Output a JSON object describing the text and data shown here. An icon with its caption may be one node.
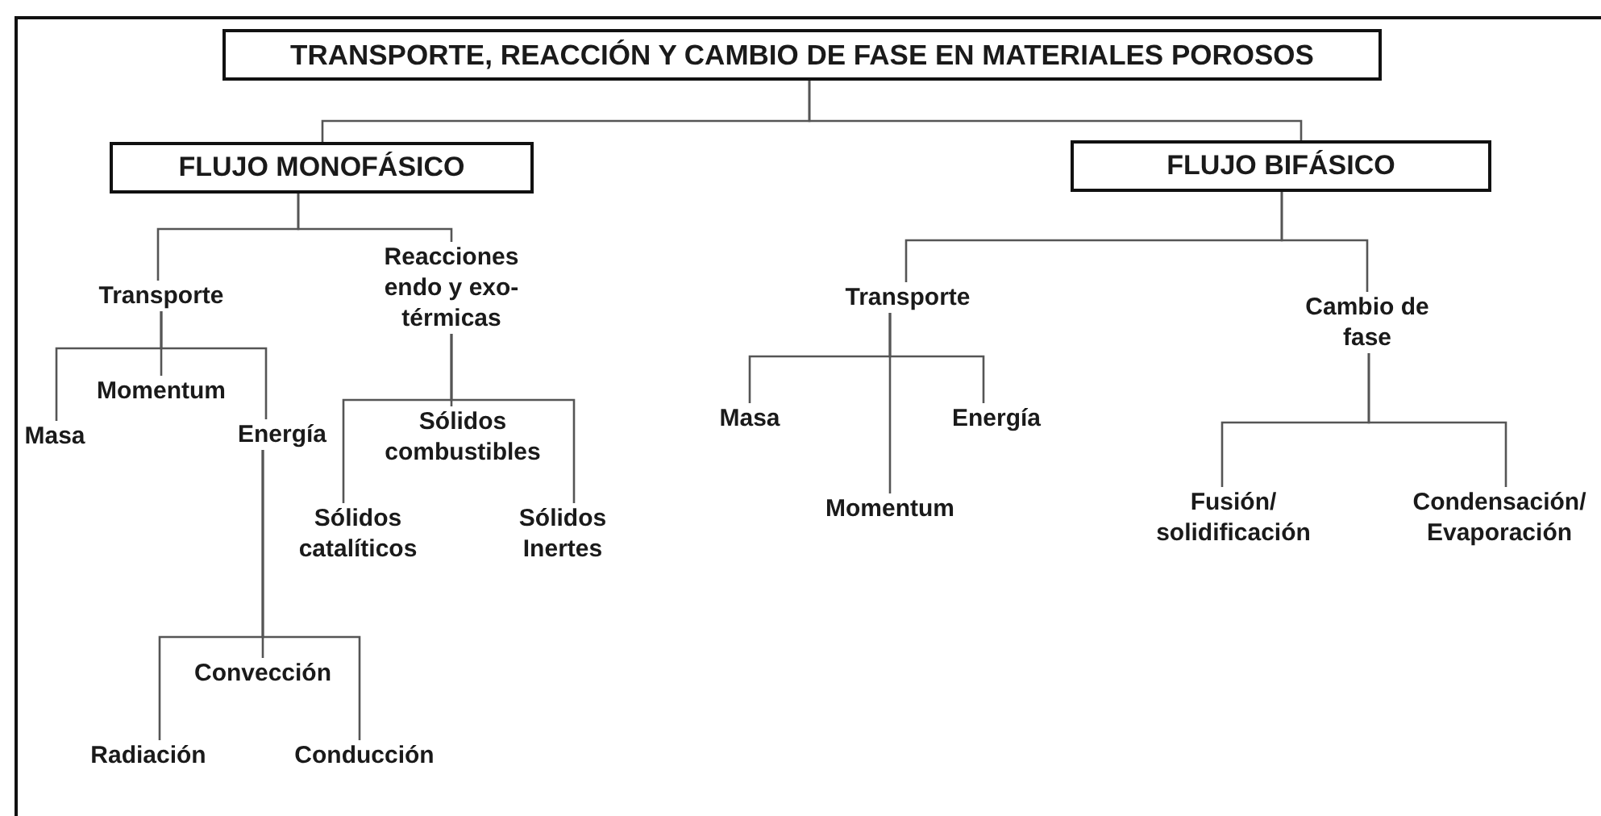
{
  "diagram": {
    "nodes": [
      {
        "text": [
          "TRANSPORTE, REACCIÓN Y CAMBIO DE FASE EN MATERIALES POROSOS"
        ]
      },
      {
        "text": [
          "FLUJO MONOFÁSICO"
        ]
      },
      {
        "text": [
          "FLUJO BIFÁSICO"
        ]
      },
      {
        "text": [
          "Transporte"
        ]
      },
      {
        "text": [
          "Reacciones endo y exo- térmicas"
        ]
      },
      {
        "text": [
          "Momentum"
        ]
      },
      {
        "text": [
          "Masa"
        ]
      },
      {
        "text": [
          "Energía"
        ]
      },
      {
        "text": [
          "Sólidos combustibles"
        ]
      },
      {
        "text": [
          "Sólidos catalíticos"
        ]
      },
      {
        "text": [
          "Sólidos Inertes"
        ]
      },
      {
        "text": [
          "Convección"
        ]
      },
      {
        "text": [
          "Radiación"
        ]
      },
      {
        "text": [
          "Conducción"
        ]
      },
      {
        "text": [
          "Transporte"
        ]
      },
      {
        "text": [
          "Cambio de fase"
        ]
      },
      {
        "text": [
          "Masa"
        ]
      },
      {
        "text": [
          "Momentum"
        ]
      },
      {
        "text": [
          "Energía"
        ]
      },
      {
        "text": [
          "Fusión/ solidificación"
        ]
      },
      {
        "text": [
          "Condensación/ Evaporación"
        ]
      }
    ],
    "edges": [
      {
        "from": 0,
        "to": 1,
        "arrow": "none"
      },
      {
        "from": 0,
        "to": 2,
        "arrow": "none"
      },
      {
        "from": 1,
        "to": 3,
        "arrow": "none"
      },
      {
        "from": 1,
        "to": 4,
        "arrow": "none"
      },
      {
        "from": 3,
        "to": 6,
        "arrow": "none"
      },
      {
        "from": 3,
        "to": 5,
        "arrow": "none"
      },
      {
        "from": 3,
        "to": 7,
        "arrow": "none"
      },
      {
        "from": 4,
        "to": 9,
        "arrow": "none"
      },
      {
        "from": 4,
        "to": 8,
        "arrow": "none"
      },
      {
        "from": 4,
        "to": 10,
        "arrow": "none"
      },
      {
        "from": 7,
        "to": 12,
        "arrow": "none"
      },
      {
        "from": 7,
        "to": 11,
        "arrow": "none"
      },
      {
        "from": 7,
        "to": 13,
        "arrow": "none"
      },
      {
        "from": 2,
        "to": 14,
        "arrow": "none"
      },
      {
        "from": 2,
        "to": 15,
        "arrow": "none"
      },
      {
        "from": 14,
        "to": 16,
        "arrow": "none"
      },
      {
        "from": 14,
        "to": 17,
        "arrow": "none"
      },
      {
        "from": 14,
        "to": 18,
        "arrow": "none"
      },
      {
        "from": 15,
        "to": 19,
        "arrow": "none"
      },
      {
        "from": 15,
        "to": 20,
        "arrow": "none"
      }
    ]
  }
}
